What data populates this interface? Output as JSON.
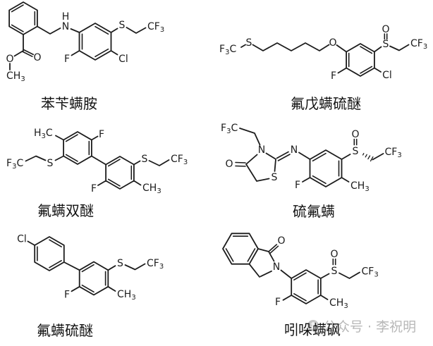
{
  "figure": {
    "background": "#ffffff",
    "ink_color": "#1c1c1c",
    "label_color": "#111111"
  },
  "watermark": {
    "text": "公众号 · 李祝明",
    "color": "#b8b8b8"
  },
  "compounds": [
    {
      "name": "苯苄螨胺",
      "atoms": {
        "o_ester": "O",
        "o_carbonyl": "O",
        "ome_main": "CH",
        "ome_sub": "3",
        "h": "H",
        "n": "N",
        "f": "F",
        "cl": "Cl",
        "s": "S",
        "cf_main": "CF",
        "cf_sub": "3"
      }
    },
    {
      "name": "氟戊螨硫醚",
      "atoms": {
        "f3c_f": "F",
        "f3c_sub": "3",
        "f3c_c": "C",
        "s_thio": "S",
        "o_ether": "O",
        "f": "F",
        "cl": "Cl",
        "o_sulfinyl": "O",
        "s_sulfinyl": "S",
        "cf_main": "CF",
        "cf_sub": "3"
      }
    },
    {
      "name": "氟螨双醚",
      "atoms": {
        "h3c_h": "H",
        "h3c_sub": "3",
        "h3c_c": "C",
        "f_top": "F",
        "s_left": "S",
        "f3c_f": "F",
        "f3c_sub": "3",
        "f3c_c": "C",
        "s_right": "S",
        "cf_main": "CF",
        "cf_sub": "3",
        "f_bottom": "F",
        "ch3_main": "CH",
        "ch3_sub": "3"
      }
    },
    {
      "name": "硫氟螨",
      "atoms": {
        "f3c_f": "F",
        "f3c_sub": "3",
        "f3c_c": "C",
        "n_ring": "N",
        "o_carbonyl": "O",
        "s_ring": "S",
        "n_imine": "N",
        "f": "F",
        "ch3_main": "CH",
        "ch3_sub": "3",
        "o_sulfinyl": "O",
        "s_sulfinyl": "S",
        "cf_main": "CF",
        "cf_sub": "3"
      }
    },
    {
      "name": "氟螨硫醚",
      "atoms": {
        "cl": "Cl",
        "f": "F",
        "s": "S",
        "cf_main": "CF",
        "cf_sub": "3",
        "ch3_main": "CH",
        "ch3_sub": "3"
      }
    },
    {
      "name": "吲哚螨砜",
      "atoms": {
        "o_carbonyl": "O",
        "n": "N",
        "f": "F",
        "ch3_main": "CH",
        "ch3_sub": "3",
        "o_sulfinyl": "O",
        "s_sulfinyl": "S",
        "cf_main": "CF",
        "cf_sub": "3"
      }
    }
  ]
}
